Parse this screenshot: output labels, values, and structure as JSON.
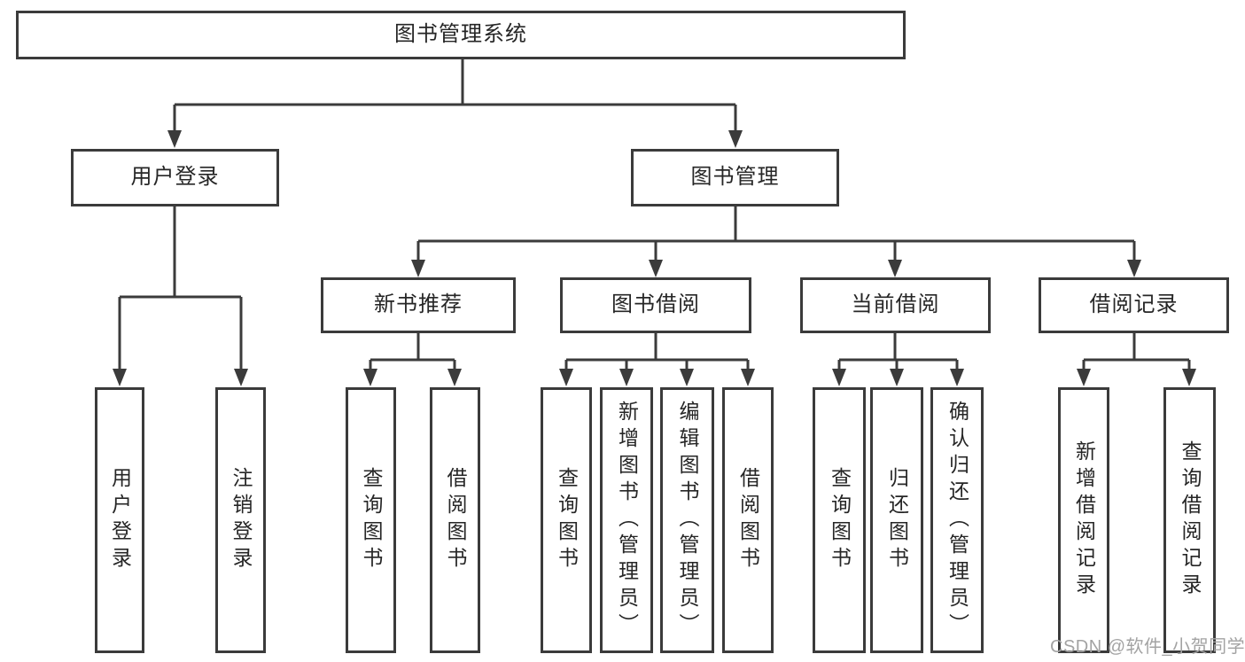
{
  "root": {
    "label": "图书管理系统"
  },
  "level2": {
    "user_login": {
      "label": "用户登录"
    },
    "book_mgmt": {
      "label": "图书管理"
    }
  },
  "level3": {
    "new_books": {
      "label": "新书推荐"
    },
    "borrowing": {
      "label": "图书借阅"
    },
    "current": {
      "label": "当前借阅"
    },
    "records": {
      "label": "借阅记录"
    }
  },
  "leaves": {
    "ul_login": {
      "label": "用户登录"
    },
    "ul_logout": {
      "label": "注销登录"
    },
    "nb_query": {
      "label": "查询图书"
    },
    "nb_borrow": {
      "label": "借阅图书"
    },
    "bw_query": {
      "label": "查询图书"
    },
    "bw_add": {
      "label": "新增图书（管理员）"
    },
    "bw_edit": {
      "label": "编辑图书（管理员）"
    },
    "bw_borrow": {
      "label": "借阅图书"
    },
    "cur_query": {
      "label": "查询图书"
    },
    "cur_return": {
      "label": "归还图书"
    },
    "cur_confirm": {
      "label": "确认归还（管理员）"
    },
    "rec_add": {
      "label": "新增借阅记录"
    },
    "rec_query": {
      "label": "查询借阅记录"
    }
  },
  "watermark": {
    "text": "CSDN @软件_小贺同学"
  },
  "colors": {
    "line": "#3b3b3b",
    "text": "#262626",
    "watermark": "#a3a3a3",
    "background": "#ffffff"
  }
}
